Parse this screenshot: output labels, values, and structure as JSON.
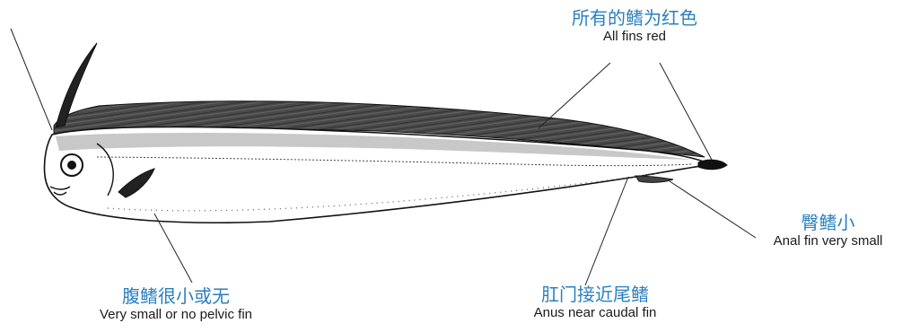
{
  "colors": {
    "chinese_label": "#2a7fc0",
    "english_label": "#1a1a1a",
    "fin": "#3a3a3a",
    "outline": "#111111"
  },
  "annotations": {
    "fins_red": {
      "zh": "所有的鳍为红色",
      "en": "All fins red"
    },
    "anal_fin": {
      "zh": "臀鳍小",
      "en": "Anal fin very small"
    },
    "anus": {
      "zh": "肛门接近尾鳍",
      "en": "Anus near caudal fin"
    },
    "pelvic_fin": {
      "zh": "腹鳍很小或无",
      "en": "Very small or no pelvic fin"
    }
  }
}
